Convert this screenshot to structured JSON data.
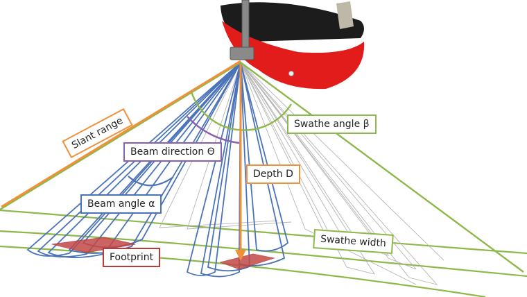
{
  "labels": {
    "slant_range": "Slant range",
    "beam_direction": "Beam direction Θ",
    "beam_angle": "Beam angle α",
    "depth": "Depth D",
    "swathe_angle": "Swathe angle β",
    "swathe_width": "Swathe width",
    "footprint": "Footprint"
  },
  "colors": {
    "slant_range": "#f0913a",
    "depth": "#f0913a",
    "beam": "#4a73b9",
    "beam_direction": "#8a5fb0",
    "swathe": "#8db84a",
    "footprint": "#b83a3a",
    "footprint_fill": "#c24848",
    "hull_red": "#e21b1b",
    "hull_black": "#1c1c1c",
    "sonar_gray": "#8a8a8a",
    "thin_beam": "#b4b4b4"
  }
}
